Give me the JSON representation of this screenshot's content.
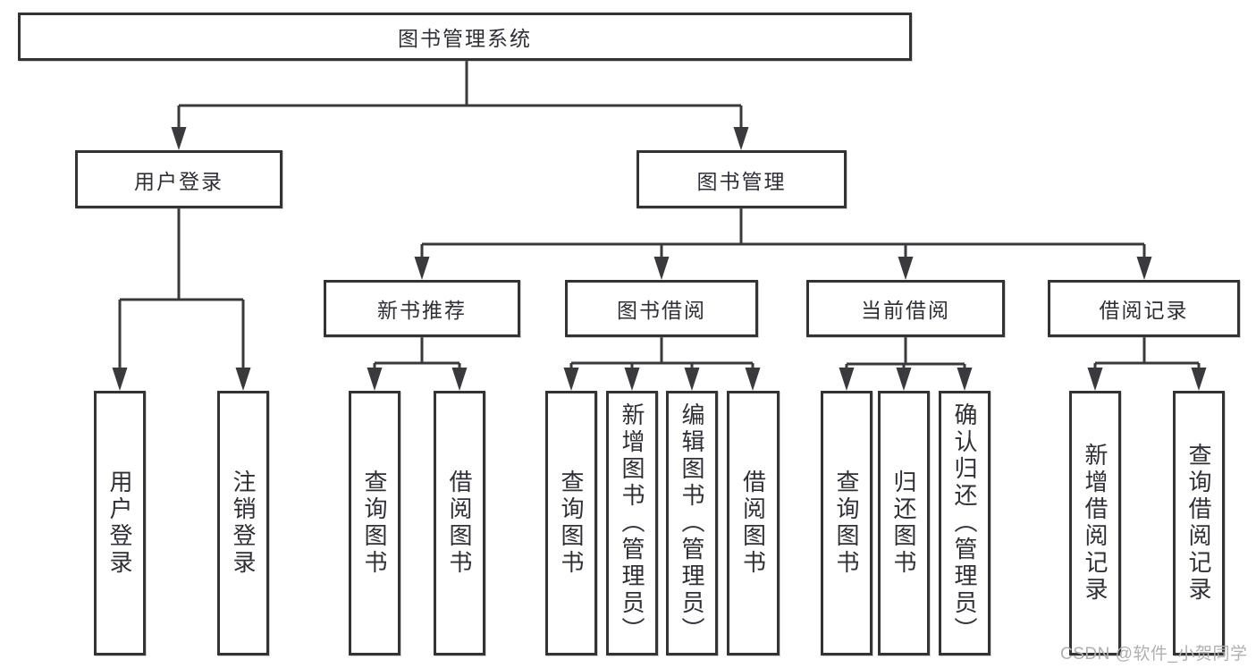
{
  "tree": {
    "label": "图书管理系统",
    "children": [
      {
        "label": "用户登录",
        "children": [
          {
            "label": "用户登录"
          },
          {
            "label": "注销登录"
          }
        ]
      },
      {
        "label": "图书管理",
        "children": [
          {
            "label": "新书推荐",
            "children": [
              {
                "label": "查询图书"
              },
              {
                "label": "借阅图书"
              }
            ]
          },
          {
            "label": "图书借阅",
            "children": [
              {
                "label": "查询图书"
              },
              {
                "label": "新增图书（管理员）"
              },
              {
                "label": "编辑图书（管理员）"
              },
              {
                "label": "借阅图书"
              }
            ]
          },
          {
            "label": "当前借阅",
            "children": [
              {
                "label": "查询图书"
              },
              {
                "label": "归还图书"
              },
              {
                "label": "确认归还（管理员）"
              }
            ]
          },
          {
            "label": "借阅记录",
            "children": [
              {
                "label": "新增借阅记录"
              },
              {
                "label": "查询借阅记录"
              }
            ]
          }
        ]
      }
    ]
  },
  "watermark": "CSDN @软件_小贺同学",
  "colors": {
    "line": "#3a3a3c",
    "box_border": "#333336",
    "text": "#2f2f36",
    "watermark": "#b0b0b0",
    "background": "#ffffff"
  }
}
